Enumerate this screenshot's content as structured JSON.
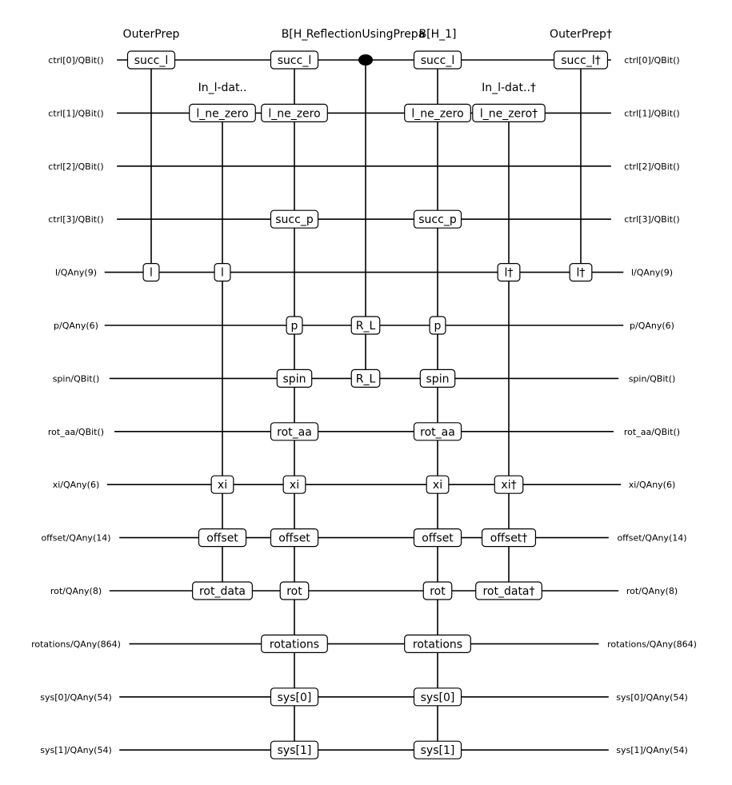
{
  "wires": [
    {
      "left": "ctrl[0]/QBit()",
      "right": "ctrl[0]/QBit()"
    },
    {
      "left": "ctrl[1]/QBit()",
      "right": "ctrl[1]/QBit()"
    },
    {
      "left": "ctrl[2]/QBit()",
      "right": "ctrl[2]/QBit()"
    },
    {
      "left": "ctrl[3]/QBit()",
      "right": "ctrl[3]/QBit()"
    },
    {
      "left": "l/QAny(9)",
      "right": "l/QAny(9)"
    },
    {
      "left": "p/QAny(6)",
      "right": "p/QAny(6)"
    },
    {
      "left": "spin/QBit()",
      "right": "spin/QBit()"
    },
    {
      "left": "rot_aa/QBit()",
      "right": "rot_aa/QBit()"
    },
    {
      "left": "xi/QAny(6)",
      "right": "xi/QAny(6)"
    },
    {
      "left": "offset/QAny(14)",
      "right": "offset/QAny(14)"
    },
    {
      "left": "rot/QAny(8)",
      "right": "rot/QAny(8)"
    },
    {
      "left": "rotations/QAny(864)",
      "right": "rotations/QAny(864)"
    },
    {
      "left": "sys[0]/QAny(54)",
      "right": "sys[0]/QAny(54)"
    },
    {
      "left": "sys[1]/QAny(54)",
      "right": "sys[1]/QAny(54)"
    }
  ],
  "columns": [
    {
      "title": "OuterPrep",
      "title_row": 0,
      "gates": [
        {
          "wire": 0,
          "label": "succ_l"
        },
        {
          "wire": 4,
          "label": "l"
        }
      ]
    },
    {
      "title": "In_l-dat..",
      "title_row": 1,
      "gates": [
        {
          "wire": 1,
          "label": "l_ne_zero"
        },
        {
          "wire": 4,
          "label": "l"
        },
        {
          "wire": 8,
          "label": "xi"
        },
        {
          "wire": 9,
          "label": "offset"
        },
        {
          "wire": 10,
          "label": "rot_data"
        }
      ]
    },
    {
      "title": "B[H_",
      "title_row": 0,
      "gates": [
        {
          "wire": 0,
          "label": "succ_l"
        },
        {
          "wire": 1,
          "label": "l_ne_zero"
        },
        {
          "wire": 3,
          "label": "succ_p"
        },
        {
          "wire": 5,
          "label": "p"
        },
        {
          "wire": 6,
          "label": "spin"
        },
        {
          "wire": 7,
          "label": "rot_aa"
        },
        {
          "wire": 8,
          "label": "xi"
        },
        {
          "wire": 9,
          "label": "offset"
        },
        {
          "wire": 10,
          "label": "rot"
        },
        {
          "wire": 11,
          "label": "rotations"
        },
        {
          "wire": 12,
          "label": "sys[0]"
        },
        {
          "wire": 13,
          "label": "sys[1]"
        }
      ]
    },
    {
      "title": "ReflectionUsingPrepa",
      "title_row": 0,
      "control_wire": 0,
      "gates": [
        {
          "wire": 5,
          "label": "R_L"
        },
        {
          "wire": 6,
          "label": "R_L"
        }
      ]
    },
    {
      "title": "B[H_1]",
      "title_row": 0,
      "gates": [
        {
          "wire": 0,
          "label": "succ_l"
        },
        {
          "wire": 1,
          "label": "l_ne_zero"
        },
        {
          "wire": 3,
          "label": "succ_p"
        },
        {
          "wire": 5,
          "label": "p"
        },
        {
          "wire": 6,
          "label": "spin"
        },
        {
          "wire": 7,
          "label": "rot_aa"
        },
        {
          "wire": 8,
          "label": "xi"
        },
        {
          "wire": 9,
          "label": "offset"
        },
        {
          "wire": 10,
          "label": "rot"
        },
        {
          "wire": 11,
          "label": "rotations"
        },
        {
          "wire": 12,
          "label": "sys[0]"
        },
        {
          "wire": 13,
          "label": "sys[1]"
        }
      ]
    },
    {
      "title": "In_l-dat..†",
      "title_row": 1,
      "gates": [
        {
          "wire": 1,
          "label": "l_ne_zero†"
        },
        {
          "wire": 4,
          "label": "l†"
        },
        {
          "wire": 8,
          "label": "xi†"
        },
        {
          "wire": 9,
          "label": "offset†"
        },
        {
          "wire": 10,
          "label": "rot_data†"
        }
      ]
    },
    {
      "title": "OuterPrep†",
      "title_row": 0,
      "gates": [
        {
          "wire": 0,
          "label": "succ_l†"
        },
        {
          "wire": 4,
          "label": "l†"
        }
      ]
    }
  ]
}
